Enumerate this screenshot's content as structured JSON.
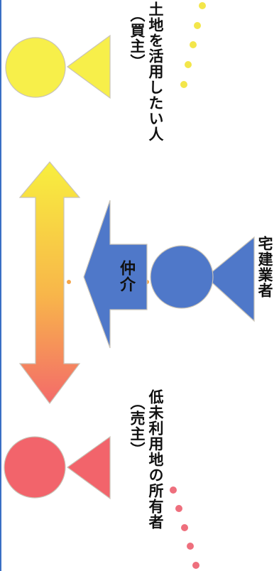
{
  "colors": {
    "buyer": "#f7ef4a",
    "seller": "#f2646b",
    "agent": "#4f78c9",
    "arrow_top": "#f8ef3e",
    "arrow_bottom": "#f36a6a",
    "outline": "#c9c3b7",
    "buyer_dots": "#f3e64a",
    "seller_dots": "#ee6f7d"
  },
  "buyer": {
    "icon": "person-icon",
    "label": "土地を活用したい人",
    "role": "（買主）"
  },
  "agent": {
    "icon": "person-icon",
    "label": "宅建業者",
    "arrow_text": "仲介"
  },
  "seller": {
    "icon": "person-icon",
    "label": "低未利用地の所有者",
    "role": "（売主）"
  }
}
